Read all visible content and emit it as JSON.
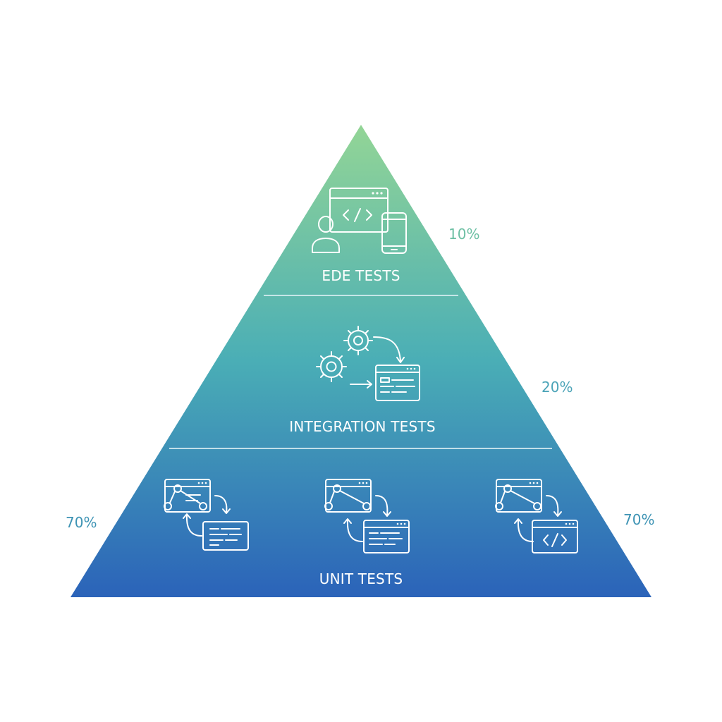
{
  "colors": {
    "top": "#93d596",
    "middle": "#4aaeb6",
    "bottom": "#2b63b9",
    "pct_top": "#6cbfa3",
    "pct_middle": "#4aa3b7",
    "pct_bottom": "#3d93b4",
    "divider": "#d8eef2"
  },
  "pyramid": {
    "layers": [
      {
        "label": "EDE TESTS",
        "percent": "10%",
        "icons": [
          "browser-code-icon",
          "user-icon",
          "mobile-device-icon"
        ]
      },
      {
        "label": "INTEGRATION TESTS",
        "percent": "20%",
        "icons": [
          "gear-icon",
          "gear-icon",
          "code-window-icon"
        ]
      },
      {
        "label": "UNIT TESTS",
        "percent_left": "70%",
        "percent_right": "70%",
        "icons": [
          "robot-arm-window-icon",
          "robot-arm-window-icon",
          "robot-arm-code-window-icon"
        ]
      }
    ]
  }
}
